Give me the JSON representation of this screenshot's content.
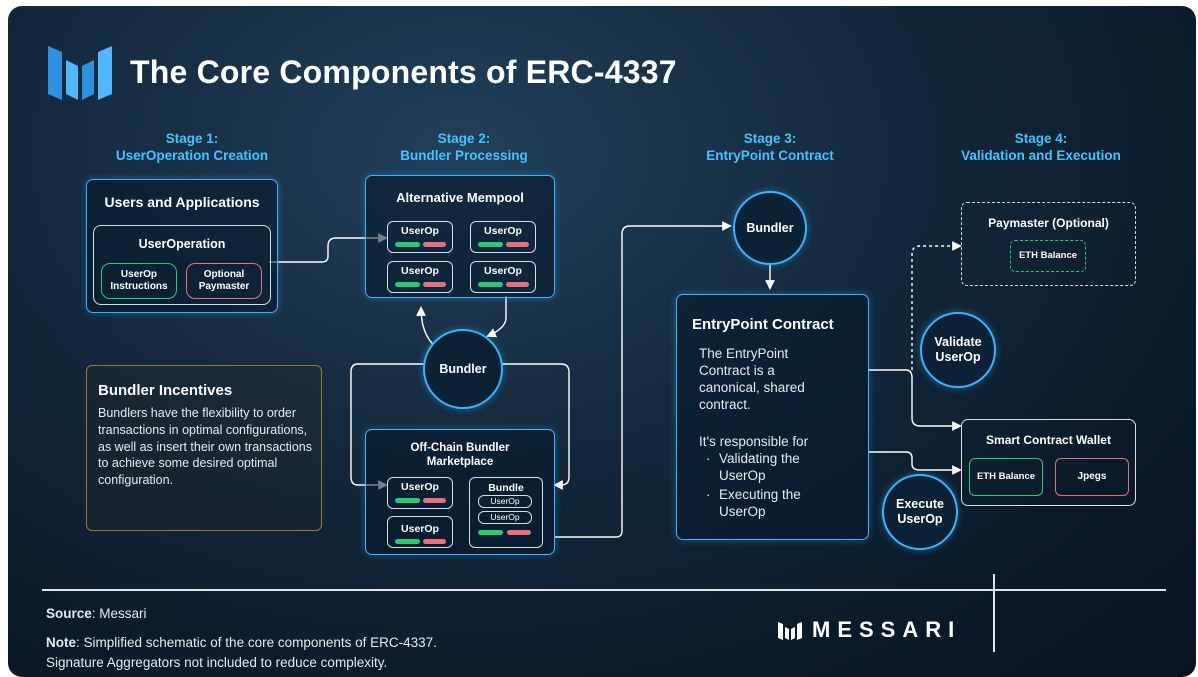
{
  "title": "The Core Components of ERC-4337",
  "stages": [
    {
      "line1": "Stage 1:",
      "line2": "UserOperation Creation"
    },
    {
      "line1": "Stage 2:",
      "line2": "Bundler Processing"
    },
    {
      "line1": "Stage 3:",
      "line2": "EntryPoint Contract"
    },
    {
      "line1": "Stage 4:",
      "line2": "Validation and Execution"
    }
  ],
  "stage1": {
    "users_title": "Users and Applications",
    "userop_title": "UserOperation",
    "instructions_line1": "UserOp",
    "instructions_line2": "Instructions",
    "paymaster_line1": "Optional",
    "paymaster_line2": "Paymaster"
  },
  "incentives": {
    "title": "Bundler Incentives",
    "body": "Bundlers have the flexibility to order transactions in optimal configurations, as well as insert their own transactions to achieve some desired optimal configuration."
  },
  "stage2": {
    "mempool_title": "Alternative Mempool",
    "userop_label": "UserOp",
    "bundler_label": "Bundler",
    "marketplace_line1": "Off-Chain Bundler",
    "marketplace_line2": "Marketplace",
    "bundle_label": "Bundle"
  },
  "stage3": {
    "bundler_label": "Bundler",
    "entry_title": "EntryPoint Contract",
    "entry_body1": "The EntryPoint Contract is a canonical, shared contract.",
    "entry_body2": "It's responsible for",
    "entry_bullets": [
      "Validating the UserOp",
      "Executing the UserOp"
    ]
  },
  "stage4": {
    "paymaster_title": "Paymaster (Optional)",
    "eth_balance": "ETH Balance",
    "validate_line1": "Validate",
    "validate_line2": "UserOp",
    "wallet_title": "Smart Contract Wallet",
    "jpegs": "Jpegs",
    "execute_line1": "Execute",
    "execute_line2": "UserOp"
  },
  "footer": {
    "source_label": "Source",
    "source_value": ": Messari",
    "note_label": "Note",
    "note_line1": ": Simplified schematic of the core components of ERC-4337.",
    "note_line2": "Signature Aggregators not included to reduce complexity.",
    "brand": "MESSARI"
  },
  "colors": {
    "accent": "#3ab4ff",
    "green": "#31c76e",
    "pink": "#e4707f",
    "gold": "#9a7a2a",
    "background": "#0f2236"
  },
  "icons": {
    "logo": "messari-logo-icon"
  }
}
